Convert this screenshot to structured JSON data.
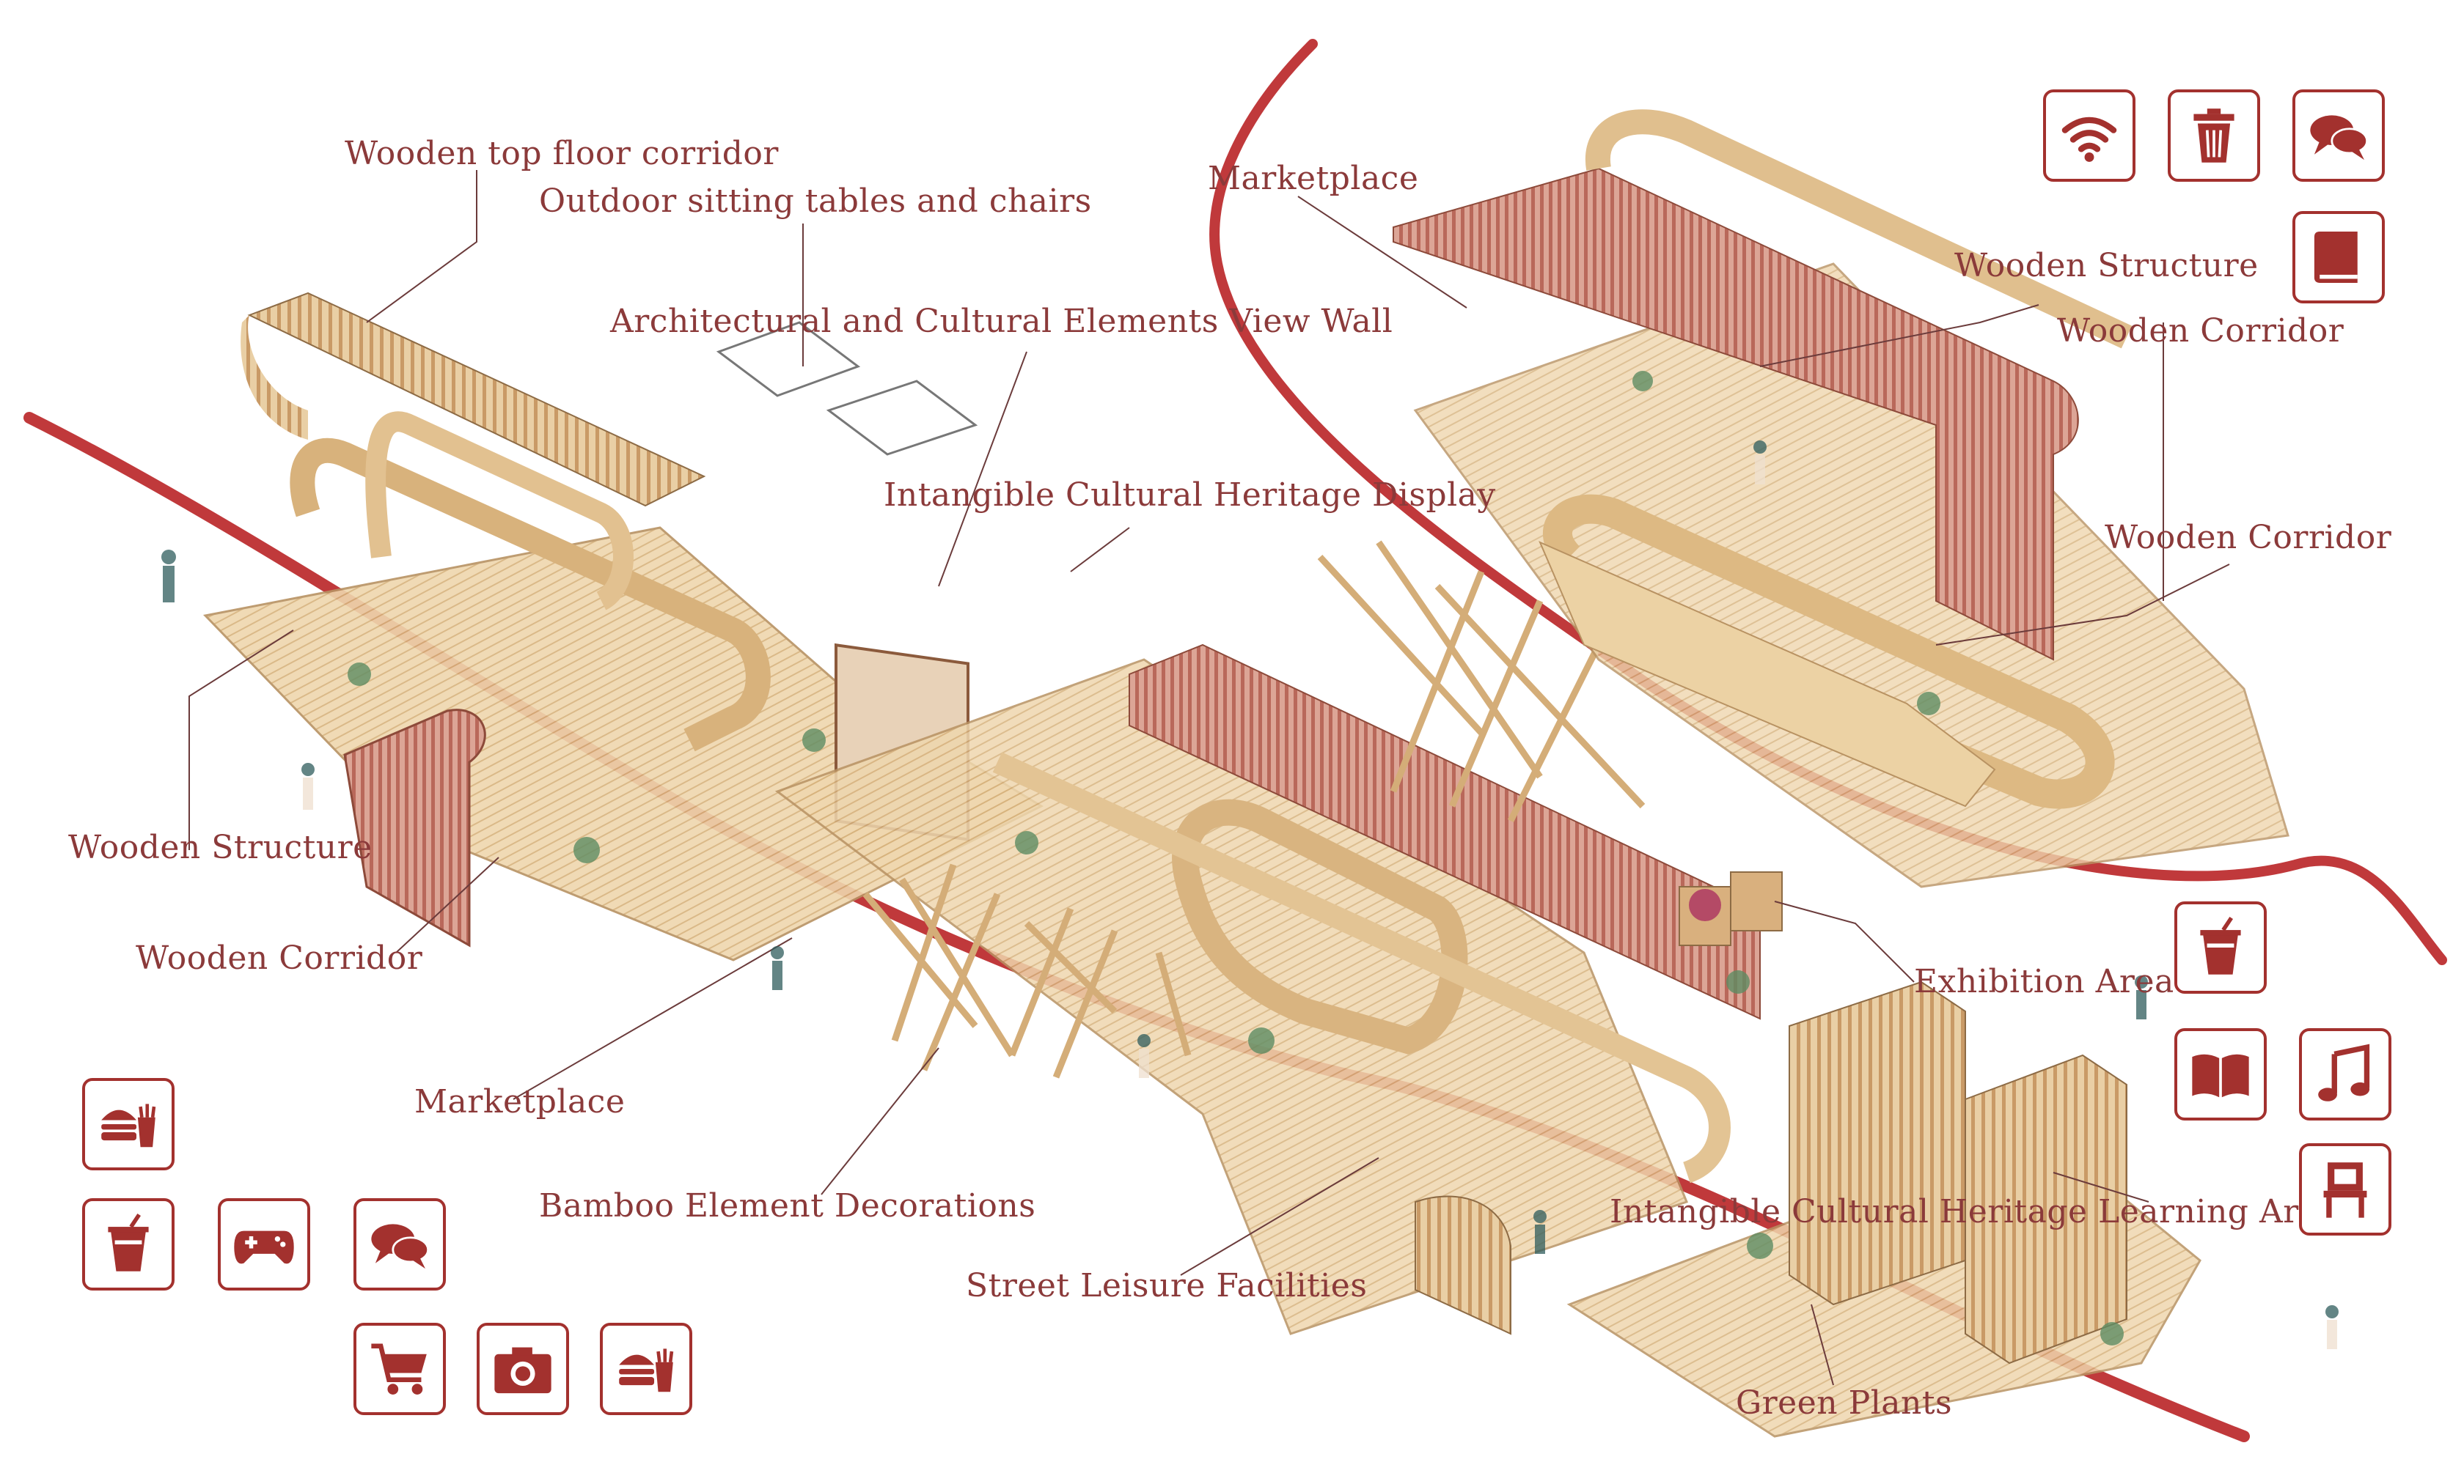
{
  "colors": {
    "accent": "#a3312e",
    "label_text": "#8b3a3a",
    "wood": "#e6c89a",
    "wood_dark": "#c79a64",
    "wood_red": "#c9826f",
    "path_red": "#c0393b"
  },
  "labels": {
    "wooden_top_floor_corridor": "Wooden top floor corridor",
    "outdoor_sitting": "Outdoor sitting tables and chairs",
    "view_wall": "Architectural and Cultural Elements View Wall",
    "ich_display": "Intangible Cultural Heritage Display",
    "marketplace_top": "Marketplace",
    "wooden_structure_right": "Wooden Structure",
    "wooden_corridor_right_1": "Wooden Corridor",
    "wooden_corridor_right_2": "Wooden Corridor",
    "wooden_structure_left": "Wooden Structure",
    "wooden_corridor_left": "Wooden Corridor",
    "marketplace_bottom": "Marketplace",
    "bamboo_decorations": "Bamboo Element Decorations",
    "street_leisure": "Street Leisure Facilities",
    "exhibition_area": "Exhibition Area",
    "ich_learning_area": "Intangible Cultural Heritage Learning Area",
    "green_plants": "Green Plants"
  },
  "icons": {
    "top_right": [
      "wifi-icon",
      "trash-bin-icon",
      "chat-bubbles-icon",
      "book-icon"
    ],
    "right_side": [
      "drink-cup-icon",
      "open-book-icon",
      "music-note-icon",
      "chair-icon"
    ],
    "bottom_left": [
      "burger-fries-icon",
      "drink-cup-icon",
      "gamepad-icon",
      "chat-bubbles-icon",
      "shopping-cart-icon",
      "camera-icon",
      "burger-fries-icon"
    ]
  }
}
